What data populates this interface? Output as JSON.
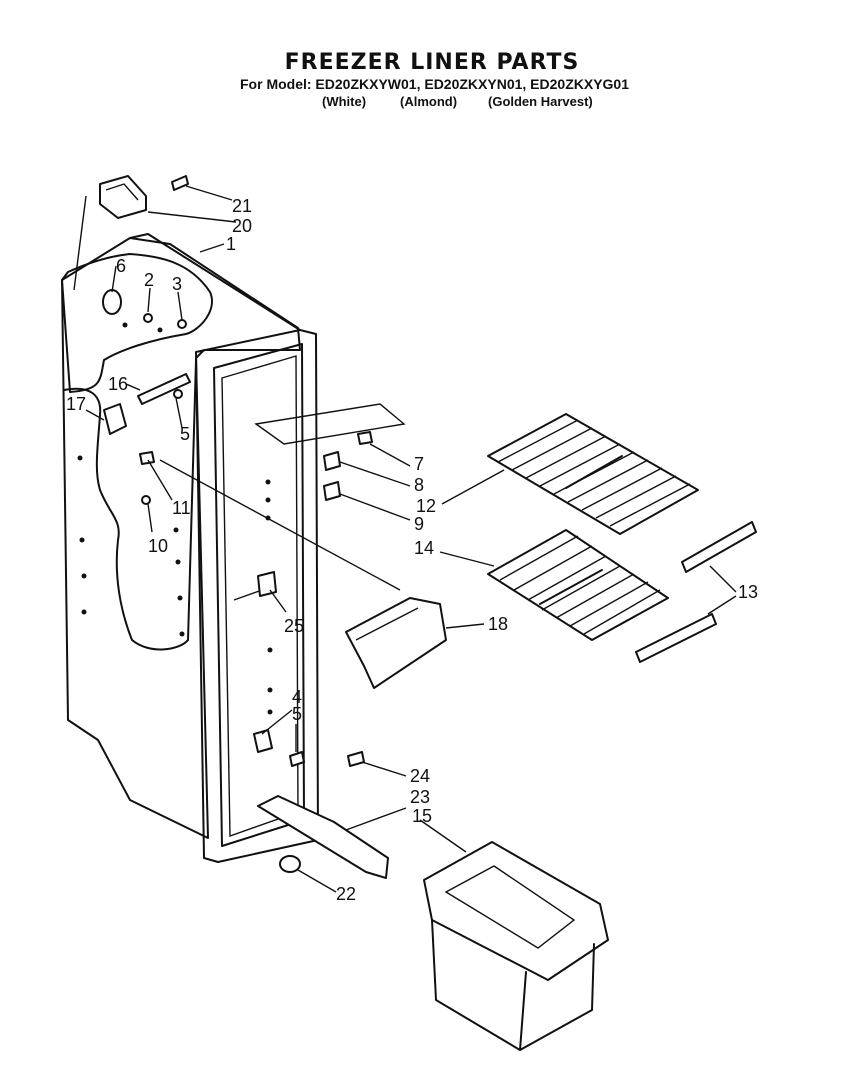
{
  "header": {
    "title": "FREEZER LINER PARTS",
    "model_line": "For Model: ED20ZKXYW01, ED20ZKXYN01, ED20ZKXYG01",
    "variants": [
      "(White)",
      "(Almond)",
      "(Golden Harvest)"
    ]
  },
  "callouts": {
    "c1": "1",
    "c2": "2",
    "c3": "3",
    "c4": "4",
    "c5a": "5",
    "c5b": "5",
    "c6": "6",
    "c7": "7",
    "c8": "8",
    "c9": "9",
    "c10": "10",
    "c11": "11",
    "c12": "12",
    "c13": "13",
    "c14": "14",
    "c15": "15",
    "c16": "16",
    "c17": "17",
    "c18": "18",
    "c20": "20",
    "c21": "21",
    "c22": "22",
    "c23": "23",
    "c24": "24",
    "c25": "25"
  }
}
